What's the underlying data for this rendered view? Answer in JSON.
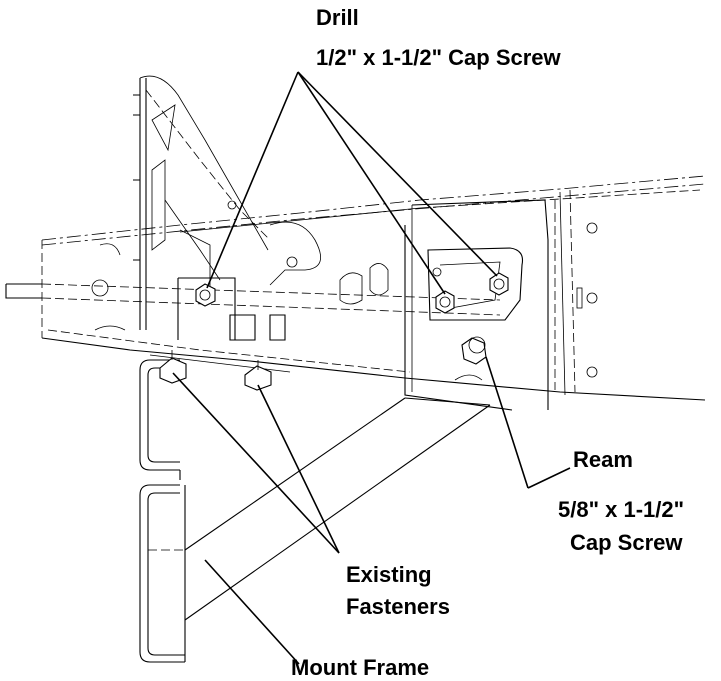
{
  "labels": {
    "drill": "Drill",
    "cap_screw_half": "1/2\" x 1-1/2\" Cap Screw",
    "ream": "Ream",
    "cap_screw_five_eighths_line1": "5/8\" x 1-1/2\"",
    "cap_screw_five_eighths_line2": "Cap Screw",
    "existing_fasteners_line1": "Existing",
    "existing_fasteners_line2": "Fasteners",
    "mount_frame": "Mount Frame"
  }
}
